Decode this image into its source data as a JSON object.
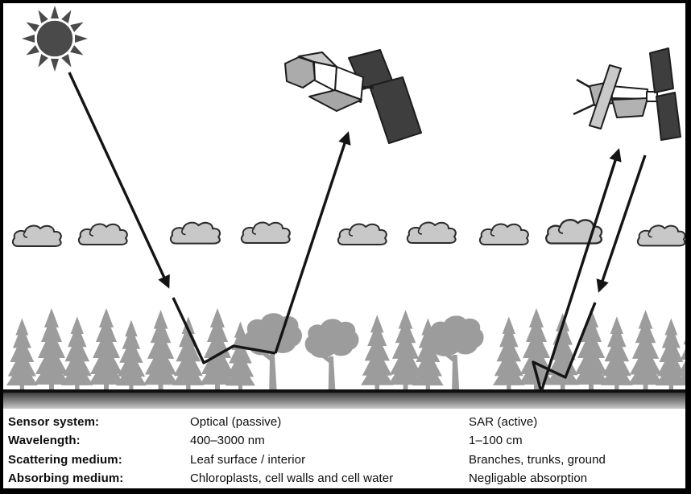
{
  "table": {
    "rows": [
      {
        "label": "Sensor system:",
        "optical": "Optical (passive)",
        "sar": "SAR (active)"
      },
      {
        "label": "Wavelength:",
        "optical": "400–3000 nm",
        "sar": "1–100 cm"
      },
      {
        "label": "Scattering medium:",
        "optical": "Leaf surface / interior",
        "sar": "Branches, trunks, ground"
      },
      {
        "label": "Absorbing medium:",
        "optical": "Chloroplasts, cell walls and cell water",
        "sar": "Negligable absorption"
      }
    ]
  },
  "colors": {
    "ink": "#141414",
    "sun": "#4a4a4a",
    "cloud_fill": "#c8c8c8",
    "cloud_outline": "#2b2b2b",
    "tree": "#9c9c9c",
    "solar_panel_dark": "#3e3e3e",
    "satellite_light": "#c9c9c9",
    "ground_dark": "#3c3c3c",
    "ground_light": "#c8c8c8"
  }
}
